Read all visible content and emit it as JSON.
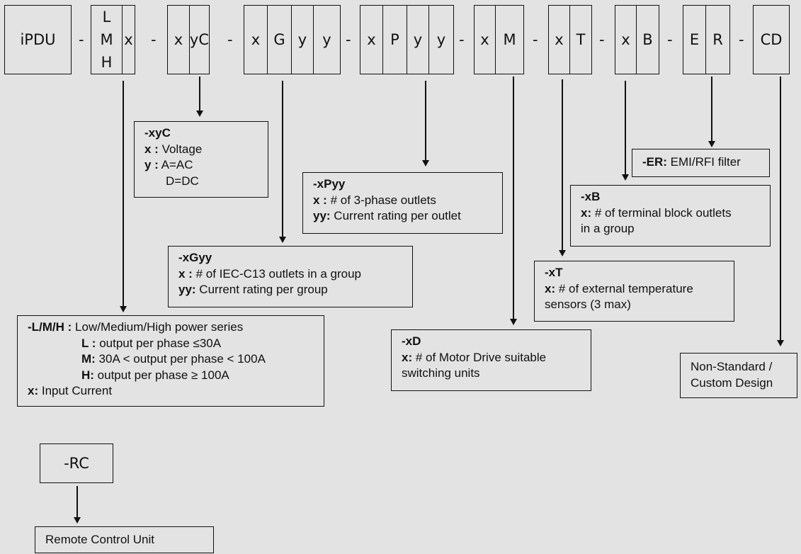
{
  "code_segments": [
    {
      "id": "ipdu",
      "cells": [
        "iPDU"
      ]
    },
    {
      "id": "lmh",
      "cells": [
        "L\nM\nH",
        "x"
      ]
    },
    {
      "id": "xyc",
      "cells": [
        "x",
        "yC"
      ]
    },
    {
      "id": "xgyy",
      "cells": [
        "x",
        "G",
        "y",
        "y"
      ]
    },
    {
      "id": "xpyy",
      "cells": [
        "x",
        "P",
        "y",
        "y"
      ]
    },
    {
      "id": "xm",
      "cells": [
        "x",
        "M"
      ]
    },
    {
      "id": "xt",
      "cells": [
        "x",
        "T"
      ]
    },
    {
      "id": "xb",
      "cells": [
        "x",
        "B"
      ]
    },
    {
      "id": "er",
      "cells": [
        "E",
        "R"
      ]
    },
    {
      "id": "cd",
      "cells": [
        "CD"
      ]
    }
  ],
  "separator": "-",
  "lmh_letters": [
    "L",
    "M",
    "H"
  ],
  "boxes": {
    "xyc": {
      "title": "-xyC",
      "lines": [
        {
          "key": "x  :",
          "text": " Voltage"
        },
        {
          "key": "y  :",
          "text": " A=AC"
        },
        {
          "key": "",
          "text": "D=DC"
        }
      ]
    },
    "xpyy": {
      "title": "-xPyy",
      "lines": [
        {
          "key": "x  :",
          "text": " # of 3-phase outlets"
        },
        {
          "key": "yy:",
          "text": " Current rating per outlet"
        }
      ]
    },
    "xgyy": {
      "title": "-xGyy",
      "lines": [
        {
          "key": "x  :",
          "text": " # of IEC-C13 outlets in a group"
        },
        {
          "key": "yy:",
          "text": " Current rating per group"
        }
      ]
    },
    "lmh": {
      "title": "-L/M/H :",
      "title_text": " Low/Medium/High power series",
      "lines": [
        {
          "key": "L :",
          "text": " output per phase ≤30A"
        },
        {
          "key": "M:",
          "text": " 30A < output per phase < 100A"
        },
        {
          "key": "H:",
          "text": " output per phase ≥ 100A"
        }
      ],
      "x_key": "x:",
      "x_text": " Input Current"
    },
    "er": {
      "title": "-ER:",
      "text": " EMI/RFI filter"
    },
    "xb": {
      "title": "-xB",
      "key": "x:",
      "text": " # of terminal block outlets",
      "text2": "in a group"
    },
    "xt": {
      "title": "-xT",
      "key": "x:",
      "text": " # of external temperature",
      "text2": "sensors (3 max)"
    },
    "xd": {
      "title": "-xD",
      "key": "x:",
      "text": " # of Motor Drive suitable",
      "text2": "switching units"
    },
    "cd": {
      "line1": "Non-Standard /",
      "line2": "Custom Design"
    },
    "rc": {
      "label": "-RC"
    },
    "rcu": {
      "label": "Remote Control Unit"
    }
  }
}
